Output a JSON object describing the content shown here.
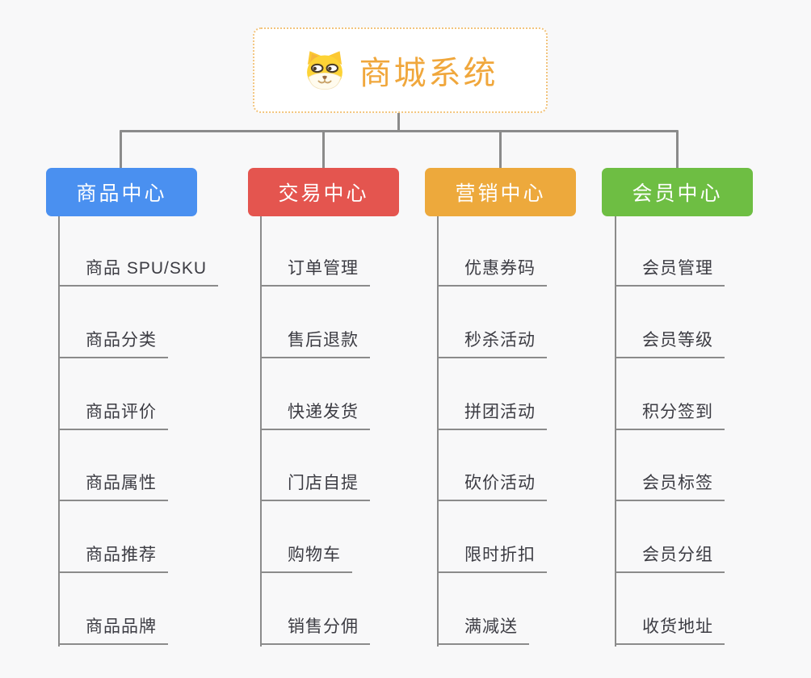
{
  "root": {
    "title": "商城系统",
    "icon": "shiba-dog-icon",
    "title_color": "#f0a73c",
    "border_color": "#f2c47d"
  },
  "colors": {
    "background": "#f8f8f9",
    "connector": "#8b8b8b",
    "leaf_text": "#3c3c43"
  },
  "branches": [
    {
      "label": "商品中心",
      "color": "#4a90f0",
      "items": [
        "商品 SPU/SKU",
        "商品分类",
        "商品评价",
        "商品属性",
        "商品推荐",
        "商品品牌"
      ]
    },
    {
      "label": "交易中心",
      "color": "#e4554f",
      "items": [
        "订单管理",
        "售后退款",
        "快递发货",
        "门店自提",
        "购物车",
        "销售分佣"
      ]
    },
    {
      "label": "营销中心",
      "color": "#eda93c",
      "items": [
        "优惠券码",
        "秒杀活动",
        "拼团活动",
        "砍价活动",
        "限时折扣",
        "满减送"
      ]
    },
    {
      "label": "会员中心",
      "color": "#6ebe43",
      "items": [
        "会员管理",
        "会员等级",
        "积分签到",
        "会员标签",
        "会员分组",
        "收货地址"
      ]
    }
  ]
}
